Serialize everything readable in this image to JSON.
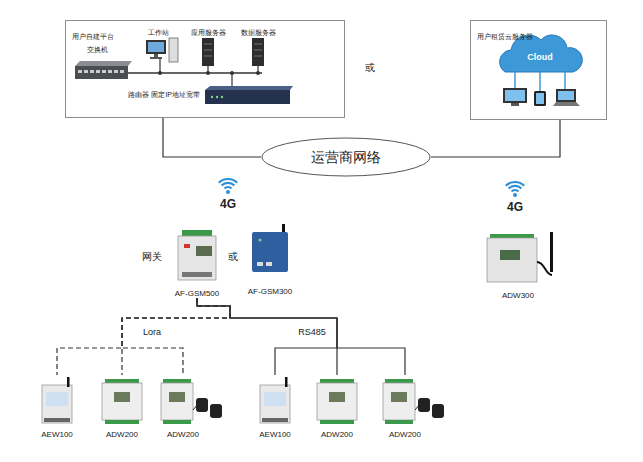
{
  "diagram": {
    "nodes": [
      {
        "text": [
          "用户自建平台"
        ]
      },
      {
        "text": [
          "用户租赁云服务器"
        ]
      },
      {
        "text": [
          "运营商网络"
        ]
      },
      {
        "text": [
          "AF-GSM500"
        ]
      },
      {
        "text": [
          "AF-GSM300"
        ]
      },
      {
        "text": [
          "ADW300"
        ]
      },
      {
        "text": [
          "AEW100"
        ]
      },
      {
        "text": [
          "ADW200"
        ]
      },
      {
        "text": [
          "ADW200"
        ]
      },
      {
        "text": [
          "AEW100"
        ]
      },
      {
        "text": [
          "ADW200"
        ]
      },
      {
        "text": [
          "ADW200"
        ]
      }
    ],
    "edges": [
      {
        "from": 0,
        "to": 2,
        "arrow": "none"
      },
      {
        "from": 1,
        "to": 2,
        "arrow": "none"
      },
      {
        "from": 3,
        "to": 6,
        "arrow": "none"
      },
      {
        "from": 3,
        "to": 7,
        "arrow": "none"
      },
      {
        "from": 3,
        "to": 8,
        "arrow": "none"
      },
      {
        "from": 3,
        "to": 9,
        "arrow": "none"
      },
      {
        "from": 3,
        "to": 10,
        "arrow": "none"
      },
      {
        "from": 3,
        "to": 11,
        "arrow": "none"
      }
    ],
    "labels": [
      "交换机",
      "工作站",
      "应用服务器",
      "数据服务器",
      "路由器 固定IP地址宽带",
      "Cloud",
      "或",
      "4G",
      "4G",
      "网关",
      "或",
      "Lora",
      "RS485"
    ]
  }
}
